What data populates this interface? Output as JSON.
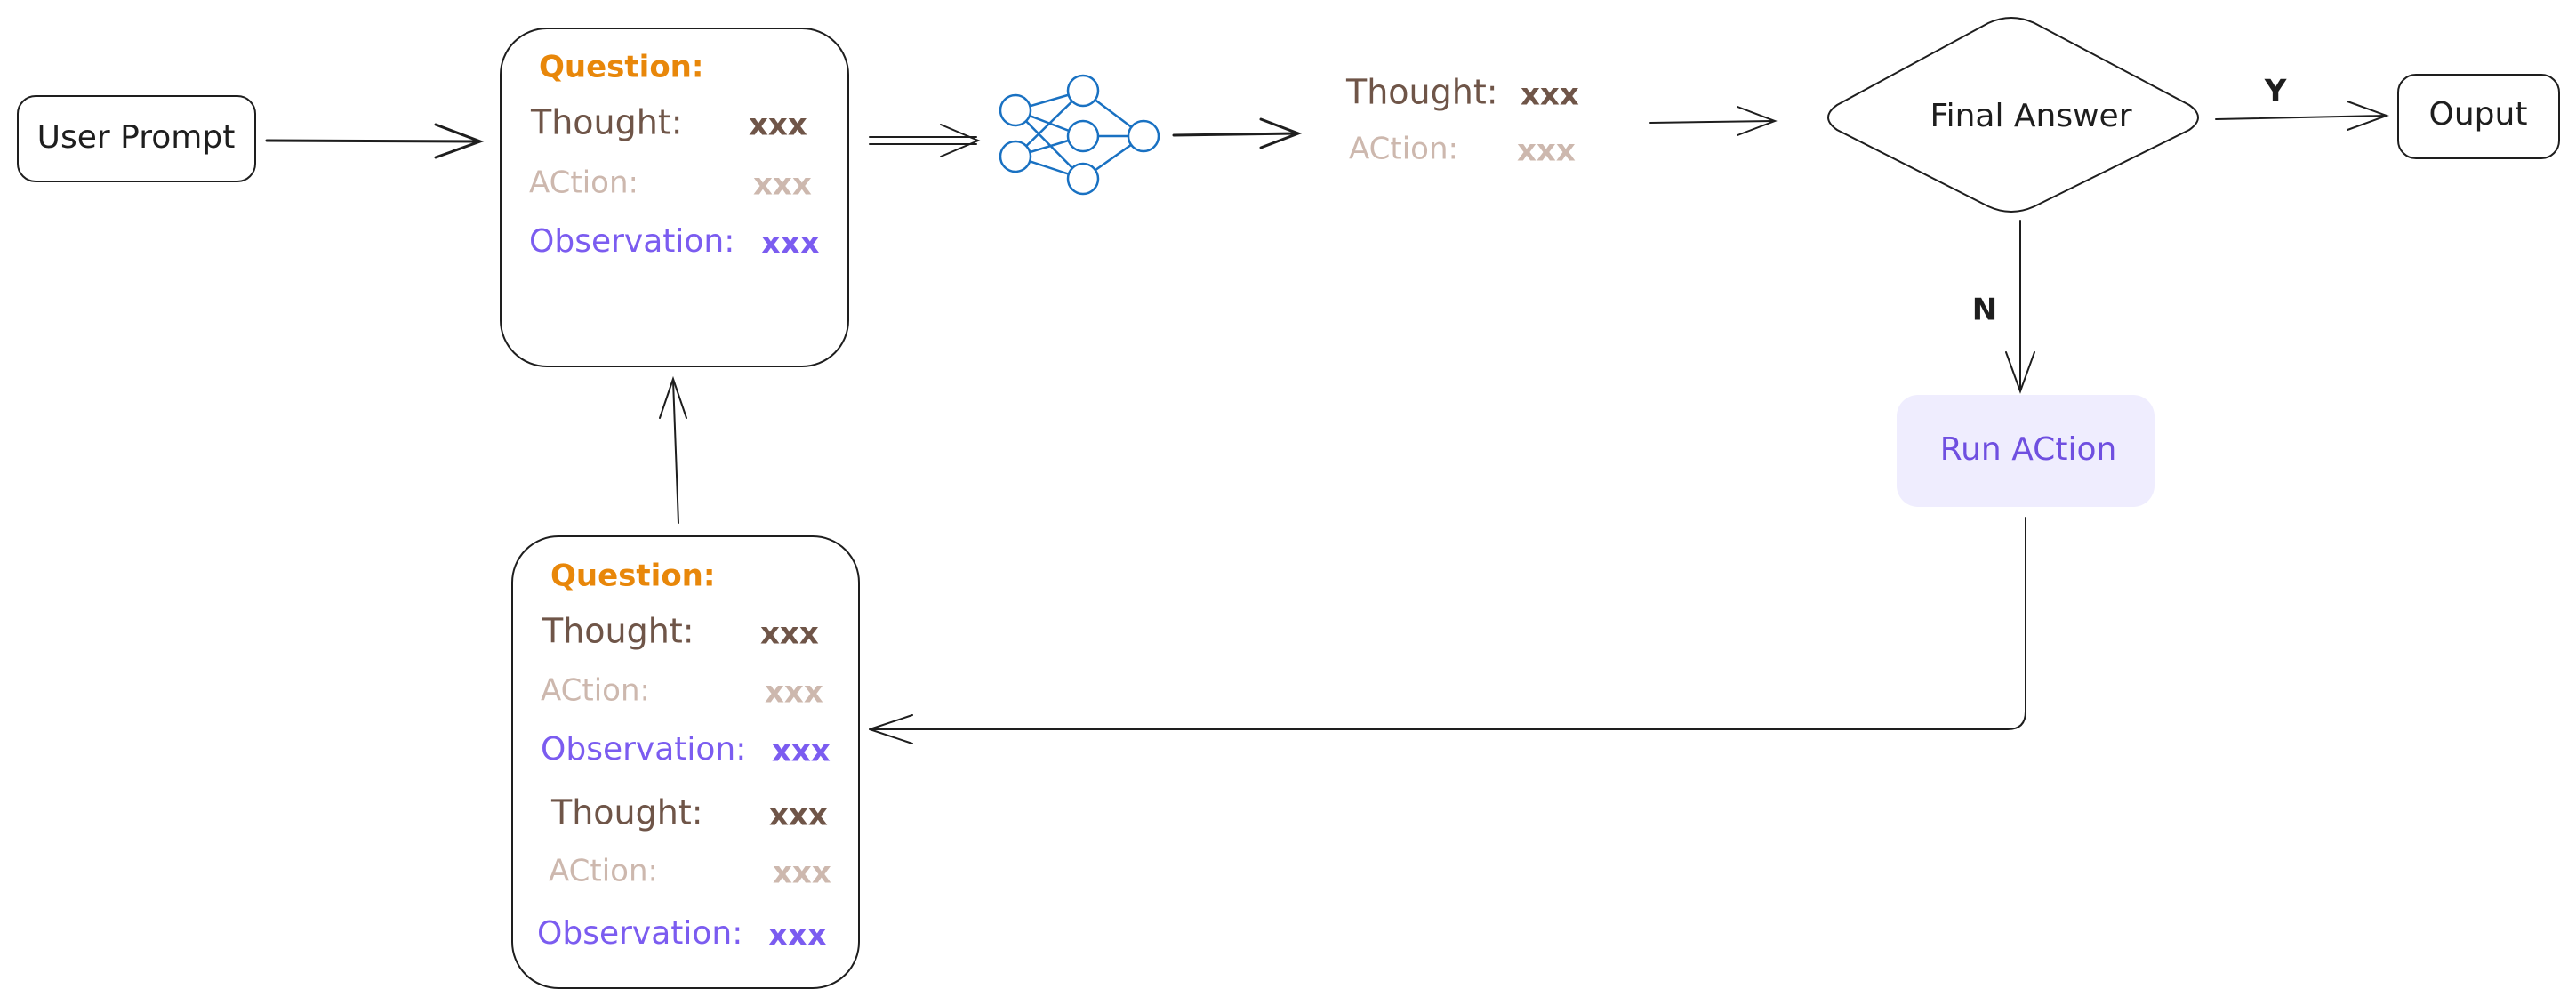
{
  "colors": {
    "stroke": "#1e1e1e",
    "question": "#e8870a",
    "thought": "#6f5548",
    "action": "#cdb8ae",
    "observation": "#7b5cf0",
    "run_action_fill": "#efedfe",
    "run_action_text": "#6f4fe0",
    "network": "#1971c2"
  },
  "user_prompt": {
    "label": "User Prompt"
  },
  "top_card": {
    "question_label": "Question:",
    "thought_label": "Thought:",
    "thought_value": "xxx",
    "action_label": "ACtion:",
    "action_value": "xxx",
    "observation_label": "Observation:",
    "observation_value": "xxx"
  },
  "network": {
    "icon": "neural-network-icon"
  },
  "llm_output": {
    "thought_label": "Thought:",
    "thought_value": "xxx",
    "action_label": "ACtion:",
    "action_value": "xxx"
  },
  "decision": {
    "label": "Final Answer",
    "yes_label": "Y",
    "no_label": "N"
  },
  "output": {
    "label": "Ouput"
  },
  "run_action": {
    "label": "Run ACtion"
  },
  "bottom_card": {
    "question_label": "Question:",
    "thought1_label": "Thought:",
    "thought1_value": "xxx",
    "action1_label": "ACtion:",
    "action1_value": "xxx",
    "observation1_label": "Observation:",
    "observation1_value": "xxx",
    "thought2_label": "Thought:",
    "thought2_value": "xxx",
    "action2_label": "ACtion:",
    "action2_value": "xxx",
    "observation2_label": "Observation:",
    "observation2_value": "xxx"
  }
}
